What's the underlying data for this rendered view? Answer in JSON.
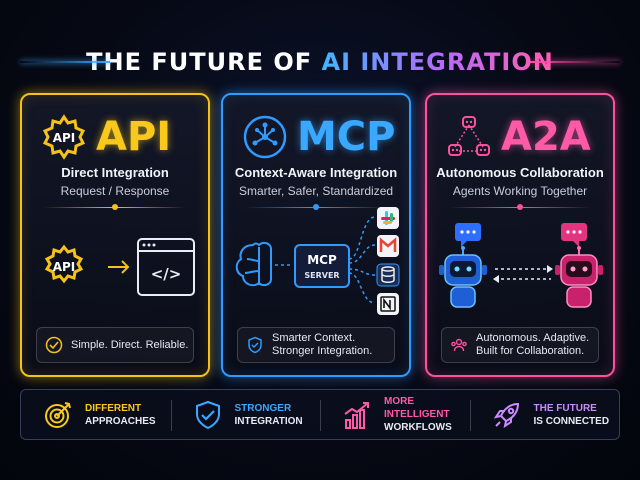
{
  "title": {
    "prefix": "THE FUTURE OF ",
    "highlight": "AI INTEGRATION"
  },
  "cards": {
    "api": {
      "badge": "API",
      "heading": "API",
      "subtitle": "Direct Integration",
      "tagline": "Request / Response",
      "diagram_badge": "API",
      "diagram_code": "</>",
      "footer": [
        "Simple. Direct. Reliable."
      ]
    },
    "mcp": {
      "heading": "MCP",
      "subtitle": "Context-Aware Integration",
      "tagline": "Smarter, Safer, Standardized",
      "server_line1": "MCP",
      "server_line2": "SERVER",
      "footer": [
        "Smarter Context.",
        "Stronger Integration."
      ]
    },
    "a2a": {
      "heading": "A2A",
      "subtitle": "Autonomous Collaboration",
      "tagline": "Agents Working Together",
      "footer": [
        "Autonomous. Adaptive.",
        "Built for Collaboration."
      ]
    }
  },
  "bottom": [
    {
      "line1": "DIFFERENT",
      "line2": "APPROACHES",
      "icon": "target-icon",
      "color": "#f9c81c"
    },
    {
      "line1": "STRONGER",
      "line2": "INTEGRATION",
      "icon": "shield-check-icon",
      "color": "#3aa8ff"
    },
    {
      "line1": "MORE INTELLIGENT",
      "line2": "WORKFLOWS",
      "icon": "growth-chart-icon",
      "color": "#ff5aa8"
    },
    {
      "line1": "THE FUTURE",
      "line2": "IS CONNECTED",
      "icon": "rocket-icon",
      "color": "#c98bff"
    }
  ],
  "colors": {
    "api": "#f4c21a",
    "mcp": "#2f9bff",
    "a2a": "#ff4f9e",
    "background": "#060914"
  }
}
